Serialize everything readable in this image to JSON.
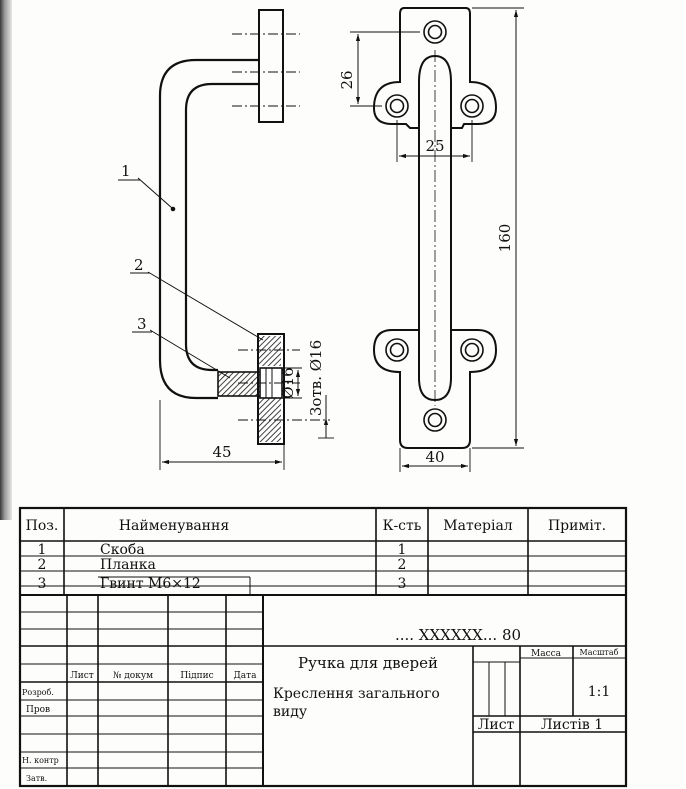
{
  "drawing": {
    "callouts": [
      "1",
      "2",
      "3"
    ],
    "dimensions": {
      "d26": "26",
      "d25": "25",
      "d160": "160",
      "d45": "45",
      "d40": "40",
      "d16": "Ø16",
      "holes": "3отв. Ø16"
    }
  },
  "spec_table": {
    "headers": {
      "pos": "Поз.",
      "name": "Найменування",
      "qty": "К-сть",
      "material": "Матеріал",
      "note": "Приміт."
    },
    "rows": [
      {
        "pos": "1",
        "name": "Скоба",
        "qty": "1"
      },
      {
        "pos": "2",
        "name": "Планка",
        "qty": "2"
      },
      {
        "pos": "3",
        "name": "Гвинт М6×12",
        "qty": "3"
      }
    ]
  },
  "title_block": {
    "code": ".... XXXXXX... 80",
    "title": "Ручка для дверей",
    "subtitle_line1": "Креслення загального",
    "subtitle_line2": "виду",
    "col_list": "Лист",
    "col_doc": "№ докум",
    "col_sign": "Підпис",
    "col_date": "Дата",
    "row_rozrob": "Розроб.",
    "row_prov": "Пров",
    "row_nkontr": "Н. контр",
    "row_zatv": "Затв.",
    "mass_label": "Масса",
    "scale_label": "Масштаб",
    "scale_value": "1:1",
    "sheet_label": "Лист",
    "sheets_label": "Листів 1"
  }
}
